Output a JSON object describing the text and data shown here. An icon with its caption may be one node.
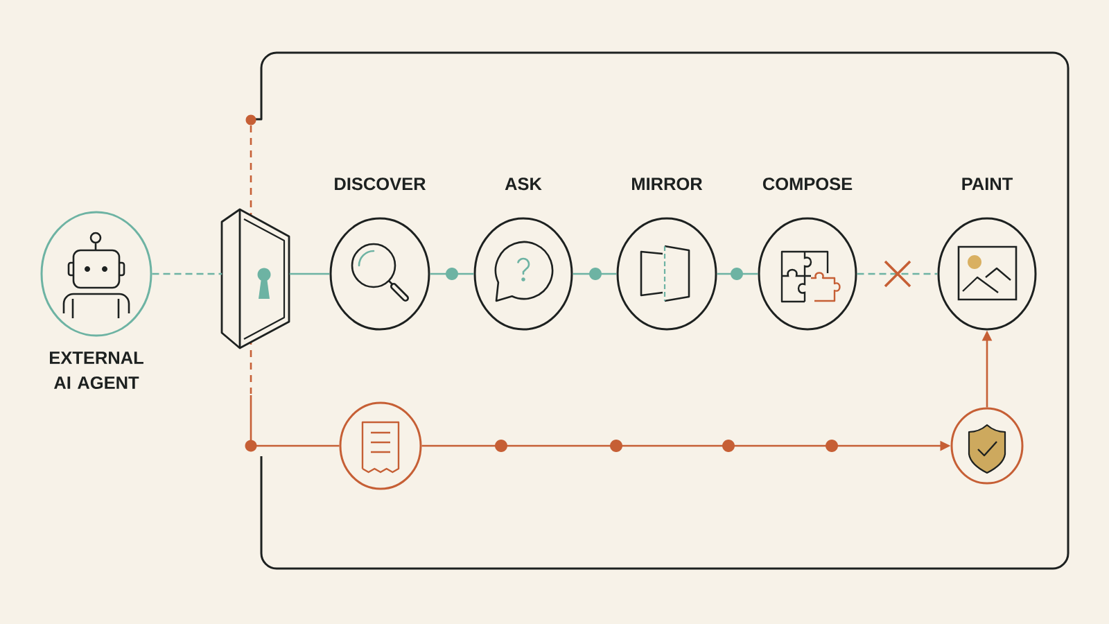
{
  "diagram": {
    "nodes": [
      {
        "text": [
          "EXTERNAL AI AGENT"
        ]
      },
      {
        "text": [],
        "shape": "picture"
      },
      {
        "text": [
          "DISCOVER"
        ]
      },
      {
        "text": [
          "ASK"
        ]
      },
      {
        "text": [
          "MIRROR"
        ]
      },
      {
        "text": [
          "COMPOSE"
        ]
      },
      {
        "text": [
          "PAINT"
        ]
      },
      {
        "text": [],
        "shape": "circle"
      },
      {
        "text": [],
        "shape": "circle"
      }
    ],
    "edges": [
      {
        "from": 0,
        "to": 1,
        "arrow": "none",
        "style": "dashed"
      },
      {
        "from": 1,
        "to": 2,
        "arrow": "none"
      },
      {
        "from": 2,
        "to": 3,
        "arrow": "none"
      },
      {
        "from": 3,
        "to": 4,
        "arrow": "none"
      },
      {
        "from": 4,
        "to": 5,
        "arrow": "none"
      },
      {
        "from": 5,
        "to": 6,
        "arrow": "none",
        "style": "dashed"
      },
      {
        "from": null,
        "to": 7,
        "arrow": "none",
        "color": "#c65f35"
      },
      {
        "from": 7,
        "to": 8,
        "arrow": "to",
        "color": "#c65f35"
      },
      {
        "from": 8,
        "to": 6,
        "arrow": "to",
        "color": "#c65f35"
      }
    ]
  }
}
